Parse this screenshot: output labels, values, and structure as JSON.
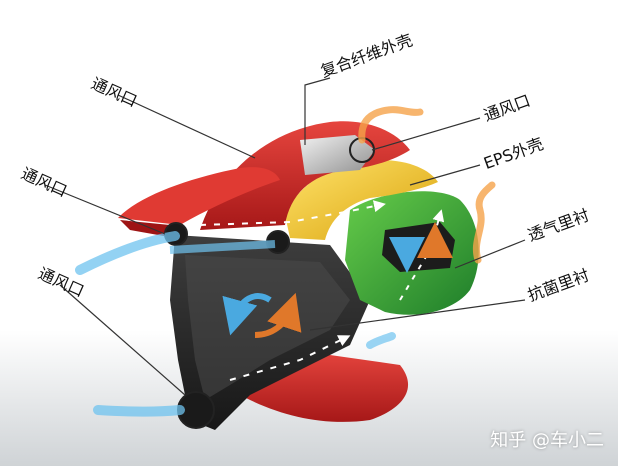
{
  "labels": {
    "fiber_shell": "复合纤维外壳",
    "vent_top_left": "通风口",
    "vent_top_right": "通风口",
    "eps_shell": "EPS外壳",
    "vent_mid_left": "通风口",
    "breathable_liner": "透气里衬",
    "vent_low_left": "通风口",
    "antibacterial_liner": "抗菌里衬"
  },
  "watermark": "知乎 @车小二",
  "colors": {
    "shell_red": "#d42a2a",
    "eps_yellow": "#f2c21b",
    "liner_green": "#3aa83a",
    "chin_dark": "#2b2b2b",
    "airflow_blue": "#6fc3ef",
    "airflow_orange": "#f5a24a"
  }
}
